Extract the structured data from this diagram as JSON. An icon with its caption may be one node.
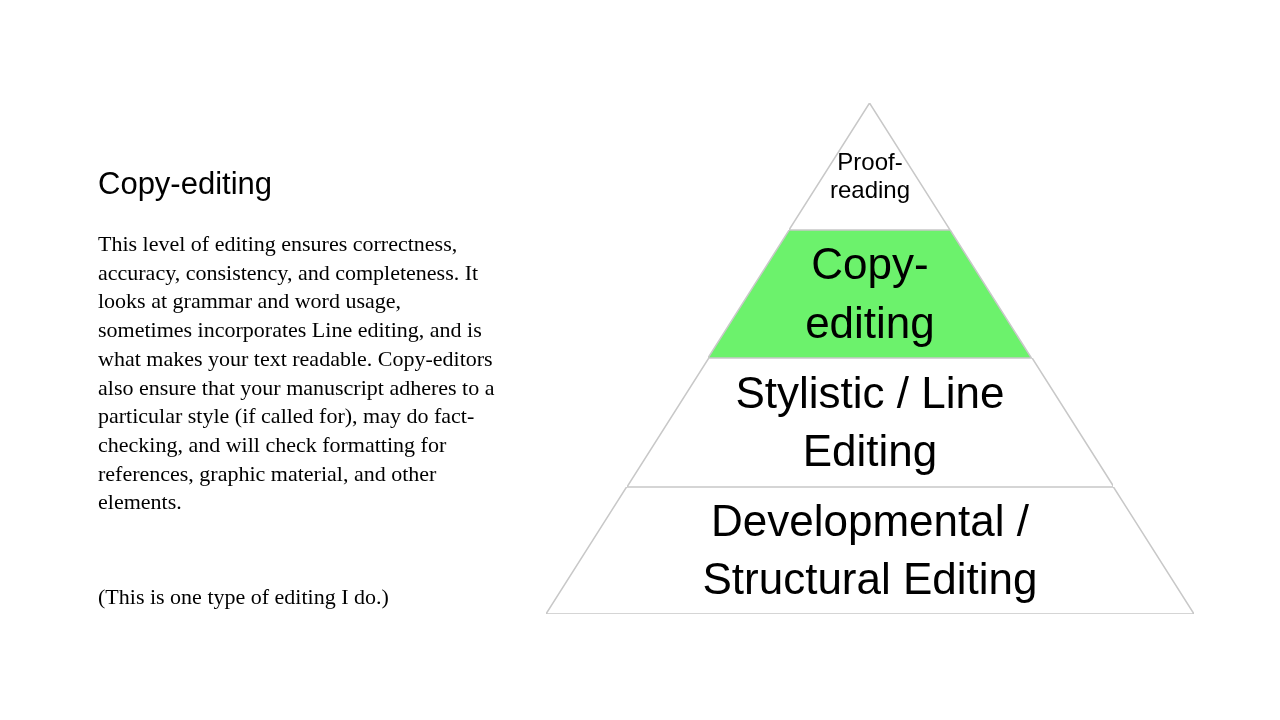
{
  "diagram": {
    "title": "Copy-editing",
    "nodes": [
      {
        "text": [
          "Proof-reading"
        ]
      },
      {
        "text": [
          "Copy-editing"
        ]
      },
      {
        "text": [
          "Stylistic / Line Editing"
        ]
      },
      {
        "text": [
          "Developmental / Structural Editing"
        ]
      }
    ],
    "labels": [
      "This level of editing ensures correctness, accuracy, consistency, and completeness. It looks at grammar and word usage, sometimes incorporates Line editing, and is what makes your text readable. Copy-editors also ensure that your manuscript adheres to a particular style (if called for), may do fact-checking, and will check formatting for references, graphic material, and other elements.",
      "(This is one type of editing I do.)"
    ]
  }
}
